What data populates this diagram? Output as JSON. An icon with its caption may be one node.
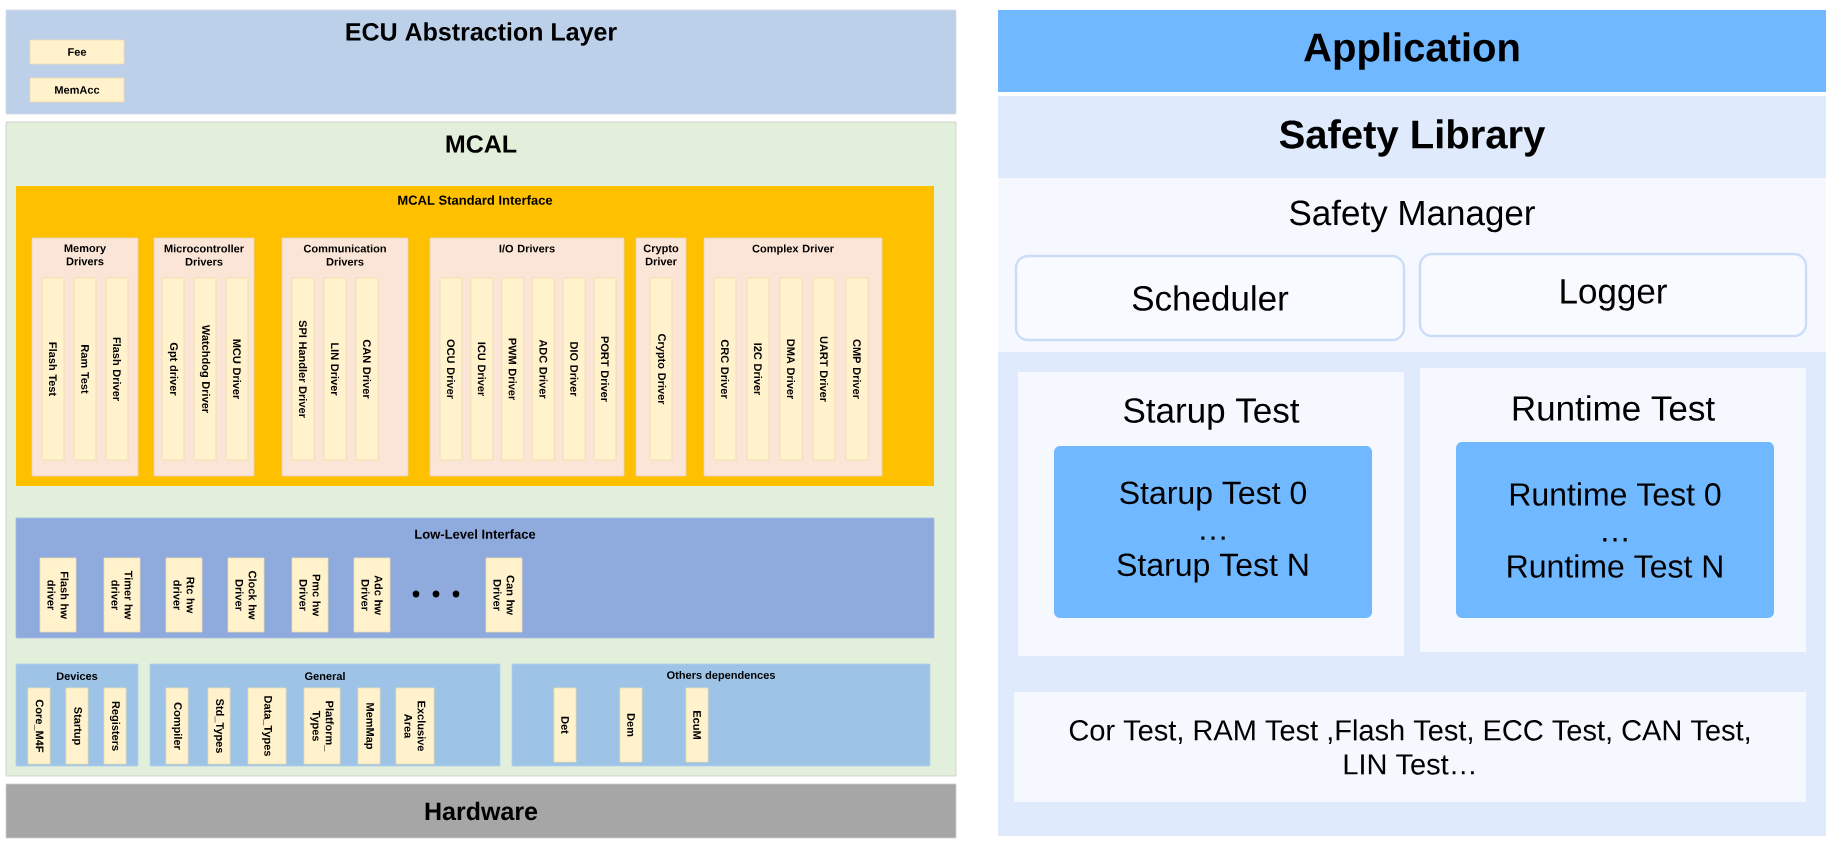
{
  "diagram": {
    "nodes": [
      {
        "text": [
          "ECU Abstraction Layer"
        ]
      },
      {
        "text": [
          "Fee"
        ],
        "in": 0
      },
      {
        "text": [
          "MemAcc"
        ],
        "in": 0
      },
      {
        "text": [
          "MCAL"
        ]
      },
      {
        "text": [
          "MCAL Standard Interface"
        ],
        "in": 3
      },
      {
        "text": [
          "Memory Drivers"
        ],
        "in": 4
      },
      {
        "text": [
          "Flash Test"
        ],
        "in": 5
      },
      {
        "text": [
          "Ram Test"
        ],
        "in": 5
      },
      {
        "text": [
          "Flash Driver"
        ],
        "in": 5
      },
      {
        "text": [
          "Microcontroller Drivers"
        ],
        "in": 4
      },
      {
        "text": [
          "Gpt driver"
        ],
        "in": 9
      },
      {
        "text": [
          "Watchdog Driver"
        ],
        "in": 9
      },
      {
        "text": [
          "MCU Driver"
        ],
        "in": 9
      },
      {
        "text": [
          "Communication Drivers"
        ],
        "in": 4
      },
      {
        "text": [
          "SPI Handler Driver"
        ],
        "in": 13
      },
      {
        "text": [
          "LIN Driver"
        ],
        "in": 13
      },
      {
        "text": [
          "CAN Driver"
        ],
        "in": 13
      },
      {
        "text": [
          "I/O Drivers"
        ],
        "in": 4
      },
      {
        "text": [
          "OCU Driver"
        ],
        "in": 17
      },
      {
        "text": [
          "ICU Driver"
        ],
        "in": 17
      },
      {
        "text": [
          "PWM Driver"
        ],
        "in": 17
      },
      {
        "text": [
          "ADC Driver"
        ],
        "in": 17
      },
      {
        "text": [
          "DIO Driver"
        ],
        "in": 17
      },
      {
        "text": [
          "PORT Driver"
        ],
        "in": 17
      },
      {
        "text": [
          "Crypto Driver"
        ],
        "in": 4
      },
      {
        "text": [
          "Crypto Driver"
        ],
        "in": 24
      },
      {
        "text": [
          "Complex Driver"
        ],
        "in": 4
      },
      {
        "text": [
          "CRC Driver"
        ],
        "in": 26
      },
      {
        "text": [
          "I2C Driver"
        ],
        "in": 26
      },
      {
        "text": [
          "DMA Driver"
        ],
        "in": 26
      },
      {
        "text": [
          "UART Driver"
        ],
        "in": 26
      },
      {
        "text": [
          "CMP Driver"
        ],
        "in": 26
      },
      {
        "text": [
          "Low-Level Interface"
        ],
        "in": 3
      },
      {
        "text": [
          "Flash hw driver"
        ],
        "in": 32
      },
      {
        "text": [
          "Timer hw driver"
        ],
        "in": 32
      },
      {
        "text": [
          "Rtc hw driver"
        ],
        "in": 32
      },
      {
        "text": [
          "Clock hw Driver"
        ],
        "in": 32
      },
      {
        "text": [
          "Pmc hw Driver"
        ],
        "in": 32
      },
      {
        "text": [
          "Adc hw Driver"
        ],
        "in": 32
      },
      {
        "text": [
          "Can hw Driver"
        ],
        "in": 32
      },
      {
        "text": [
          "Devices"
        ],
        "in": 3
      },
      {
        "text": [
          "Core_M4F"
        ],
        "in": 40
      },
      {
        "text": [
          "Startup"
        ],
        "in": 40
      },
      {
        "text": [
          "Registers"
        ],
        "in": 40
      },
      {
        "text": [
          "General"
        ],
        "in": 3
      },
      {
        "text": [
          "Compiler"
        ],
        "in": 44
      },
      {
        "text": [
          "Std_Types"
        ],
        "in": 44
      },
      {
        "text": [
          "Data_Types"
        ],
        "in": 44
      },
      {
        "text": [
          "Platform_Types"
        ],
        "in": 44
      },
      {
        "text": [
          "MemMap"
        ],
        "in": 44
      },
      {
        "text": [
          "Exclusive Area"
        ],
        "in": 44
      },
      {
        "text": [
          "Others dependences"
        ],
        "in": 3
      },
      {
        "text": [
          "Det"
        ],
        "in": 51
      },
      {
        "text": [
          "Dem"
        ],
        "in": 51
      },
      {
        "text": [
          "EcuM"
        ],
        "in": 51
      },
      {
        "text": [
          "Hardware"
        ]
      },
      {
        "text": [
          "Application"
        ]
      },
      {
        "text": [
          "Safety Library"
        ]
      },
      {
        "text": [
          "Safety Manager"
        ],
        "in": 57
      },
      {
        "text": [
          "Scheduler"
        ],
        "in": 58
      },
      {
        "text": [
          "Logger"
        ],
        "in": 58
      },
      {
        "text": [
          "Starup Test"
        ],
        "in": 57
      },
      {
        "text": [
          "Starup Test 0",
          "…",
          "Starup Test N"
        ],
        "in": 61
      },
      {
        "text": [
          "Runtime Test"
        ],
        "in": 57
      },
      {
        "text": [
          "Runtime Test 0",
          "…",
          "Runtime Test N"
        ],
        "in": 63
      },
      {
        "text": [
          "Cor Test, RAM Test ,Flash Test, ECC Test, CAN Test, LIN Test…"
        ],
        "in": 57
      }
    ]
  }
}
